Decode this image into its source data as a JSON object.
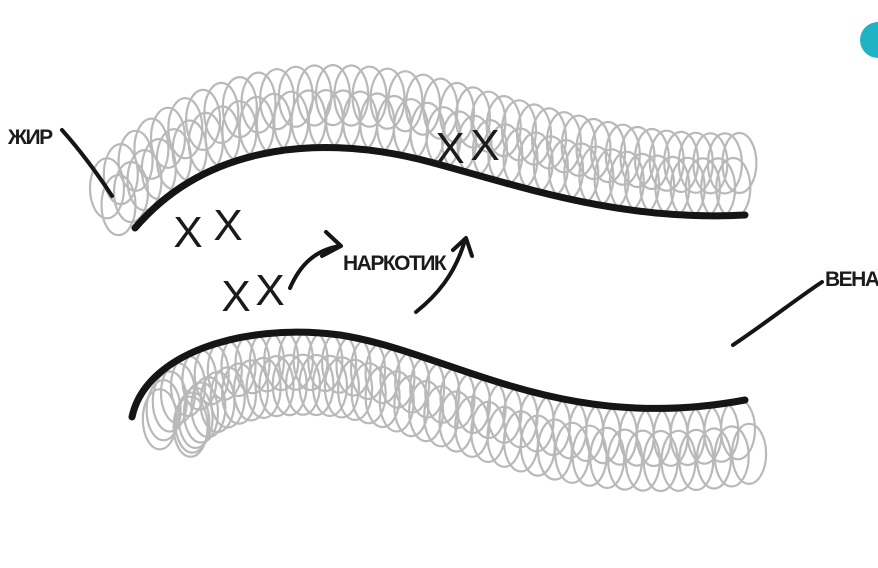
{
  "diagram": {
    "labels": {
      "fat": "ЖИР",
      "drug": "НАРКОТИК",
      "vein": "ВЕНА"
    },
    "marks": {
      "symbol": "X"
    },
    "colors": {
      "wall": "#151515",
      "fat_cells": "#b9b9b9",
      "text": "#1b1b1b",
      "accent_dot": "#1fb3c4"
    },
    "icons": {
      "drug_arrows": "curved-arrow-icon",
      "corner_dot": "teal-dot-icon"
    }
  }
}
